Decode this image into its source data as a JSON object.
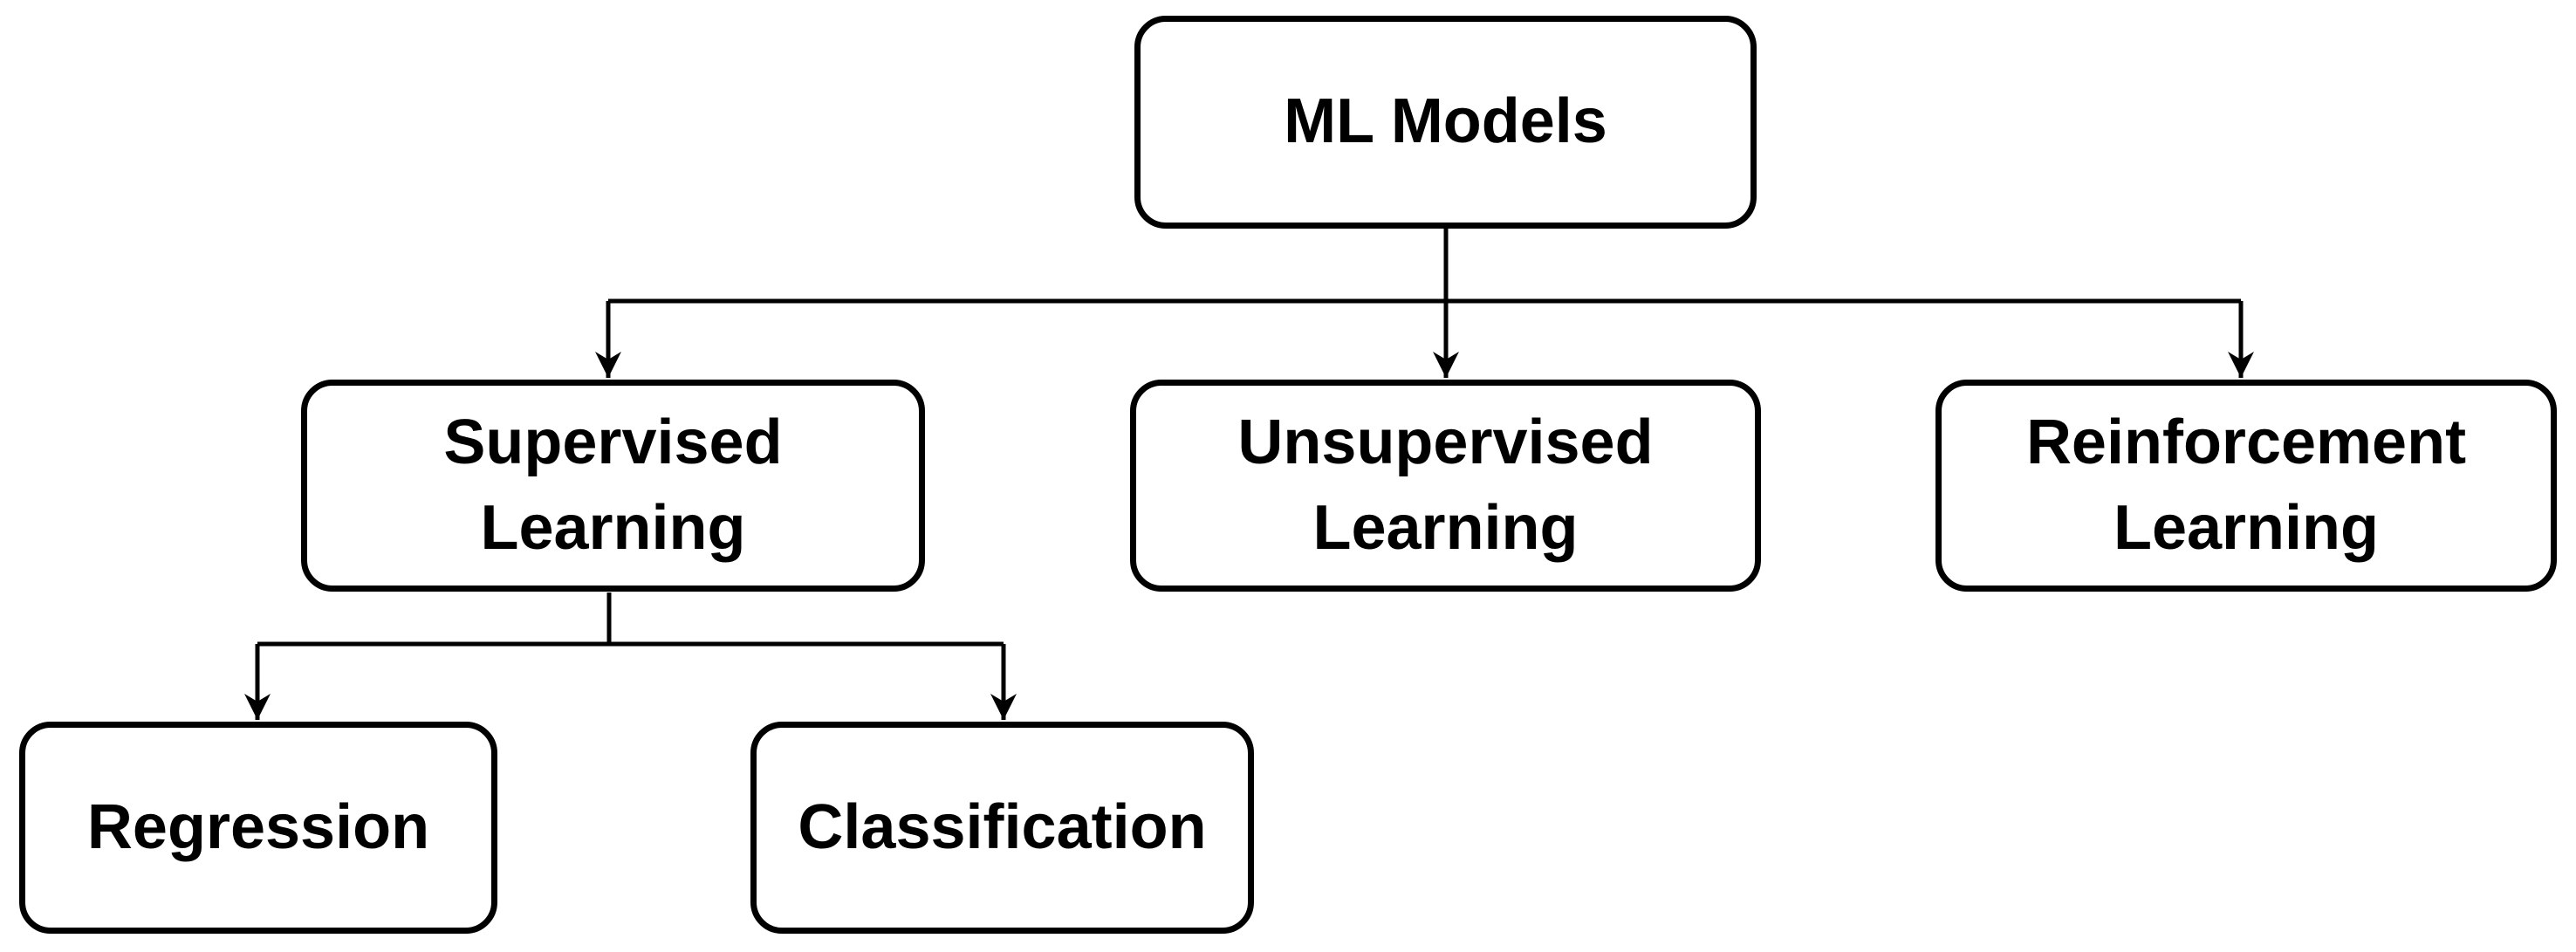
{
  "nodes": {
    "root": {
      "label": "ML Models",
      "lines": [
        "ML Models"
      ]
    },
    "supervised": {
      "label": "Supervised Learning",
      "lines": [
        "Supervised",
        "Learning"
      ]
    },
    "unsupervised": {
      "label": "Unsupervised Learning",
      "lines": [
        "Unsupervised",
        "Learning"
      ]
    },
    "reinforcement": {
      "label": "Reinforcement Learning",
      "lines": [
        "Reinforcement",
        "Learning"
      ]
    },
    "regression": {
      "label": "Regression",
      "lines": [
        "Regression"
      ]
    },
    "classification": {
      "label": "Classification",
      "lines": [
        "Classification"
      ]
    }
  },
  "edges": [
    {
      "from": "root",
      "to": "supervised"
    },
    {
      "from": "root",
      "to": "unsupervised"
    },
    {
      "from": "root",
      "to": "reinforcement"
    },
    {
      "from": "supervised",
      "to": "regression"
    },
    {
      "from": "supervised",
      "to": "classification"
    }
  ],
  "colors": {
    "line": "#000000",
    "box_border": "#000000",
    "box_fill": "#ffffff",
    "text": "#000000",
    "background": "#ffffff"
  }
}
